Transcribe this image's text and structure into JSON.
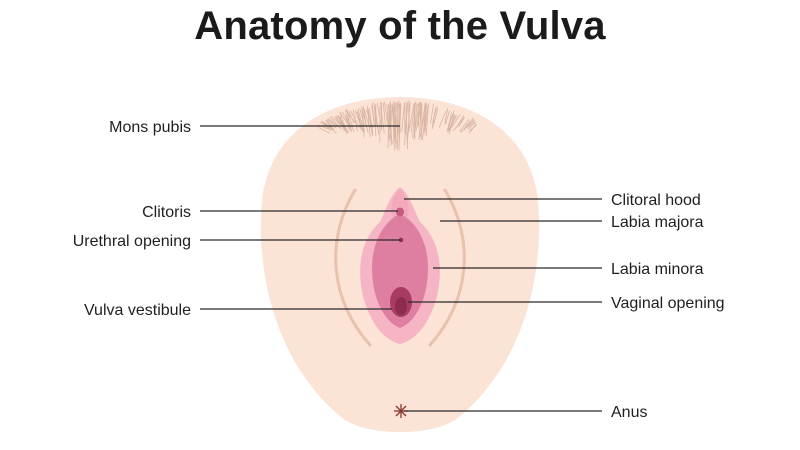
{
  "title": "Anatomy of the Vulva",
  "labels": {
    "mons_pubis": "Mons pubis",
    "clitoris": "Clitoris",
    "urethral_opening": "Urethral opening",
    "vulva_vestibule": "Vulva vestibule",
    "clitoral_hood": "Clitoral hood",
    "labia_majora": "Labia majora",
    "labia_minora": "Labia minora",
    "vaginal_opening": "Vaginal opening",
    "anus": "Anus"
  },
  "colors": {
    "skin": "#fbe3d6",
    "labia_majora_fold": "#e8c2ad",
    "labia_minora": "#f6b5c4",
    "vestibule": "#de7fa2",
    "vaginal_opening": "#a83b62",
    "hair": "#d9b5a2",
    "anus": "#8a3a2c"
  }
}
